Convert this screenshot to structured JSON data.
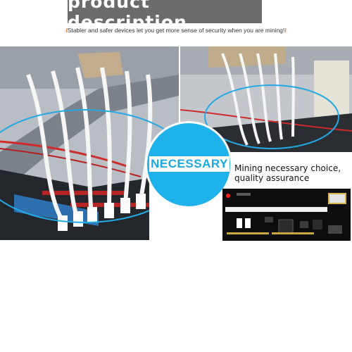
{
  "header": {
    "title": "product description"
  },
  "tagline": {
    "open_mark": "/",
    "text": "Stabler and safer devices let you get more sense of security when you are mining!",
    "close_mark": "/"
  },
  "badge": {
    "label": "NECESSARY"
  },
  "callout": {
    "line1": "Mining necessary choice,",
    "line2": "quality assurance"
  },
  "colors": {
    "banner": "#6b6b6b",
    "accent_orange": "#e06a1a",
    "accent_blue": "#1fb2ea"
  }
}
